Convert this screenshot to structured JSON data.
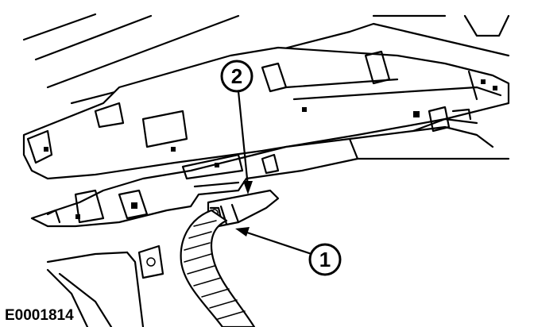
{
  "figure_id": "E0001814",
  "callouts": [
    {
      "number": "1"
    },
    {
      "number": "2"
    }
  ],
  "colors": {
    "ink": "#000000",
    "paper": "#ffffff"
  }
}
